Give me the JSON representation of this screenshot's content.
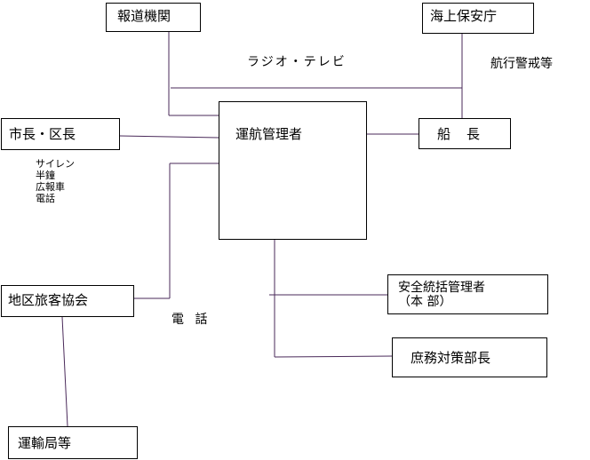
{
  "nodes": {
    "houdou": "報道機関",
    "kaijo": "海上保安庁",
    "shicho": "市長・区長",
    "unko": "運航管理者",
    "sencho": "船長",
    "chiku": "地区旅客協会",
    "anzen_line1": "安全統括管理者",
    "anzen_line2": "（本 部）",
    "shomu": "庶務対策部長",
    "unyu": "運輸局等"
  },
  "labels": {
    "radio_tv": "ラジオ・テレビ",
    "kokou": "航行警戒等",
    "denwa": "電 話",
    "shicho_means": [
      "サイレン",
      "半鐘",
      "広報車",
      "電話"
    ]
  },
  "colors": {
    "box_border": "#000000",
    "connector": "#4a2a5a",
    "text": "#000000",
    "background": "#ffffff"
  }
}
